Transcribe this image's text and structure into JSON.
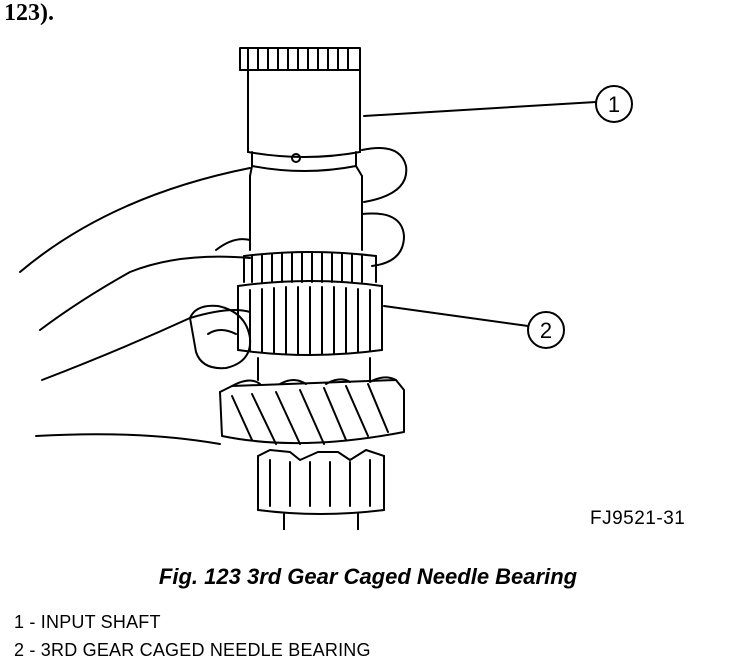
{
  "text_fragment": "123).",
  "callouts": [
    {
      "number": "1"
    },
    {
      "number": "2"
    }
  ],
  "figure_id": "FJ9521-31",
  "caption": "Fig. 123 3rd Gear Caged Needle Bearing",
  "legend": [
    "1 - INPUT SHAFT",
    "2 - 3RD GEAR CAGED NEEDLE BEARING"
  ]
}
